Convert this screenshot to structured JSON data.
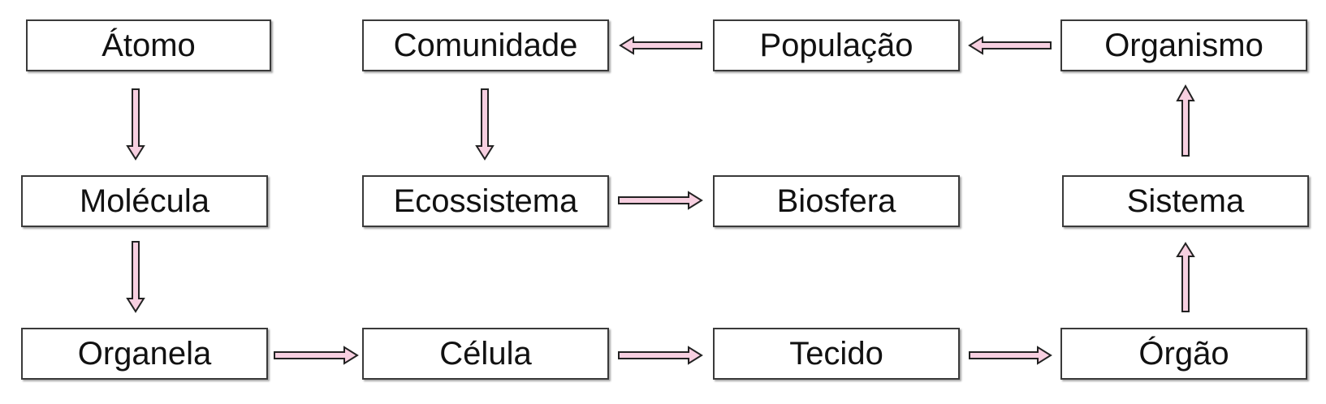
{
  "nodes": {
    "atomo": "Átomo",
    "molecula": "Molécula",
    "organela": "Organela",
    "celula": "Célula",
    "tecido": "Tecido",
    "orgao": "Órgão",
    "sistema": "Sistema",
    "organismo": "Organismo",
    "populacao": "População",
    "comunidade": "Comunidade",
    "ecossistema": "Ecossistema",
    "biosfera": "Biosfera"
  },
  "arrow_style": {
    "fill": "#f7cfe0",
    "stroke": "#222222"
  }
}
